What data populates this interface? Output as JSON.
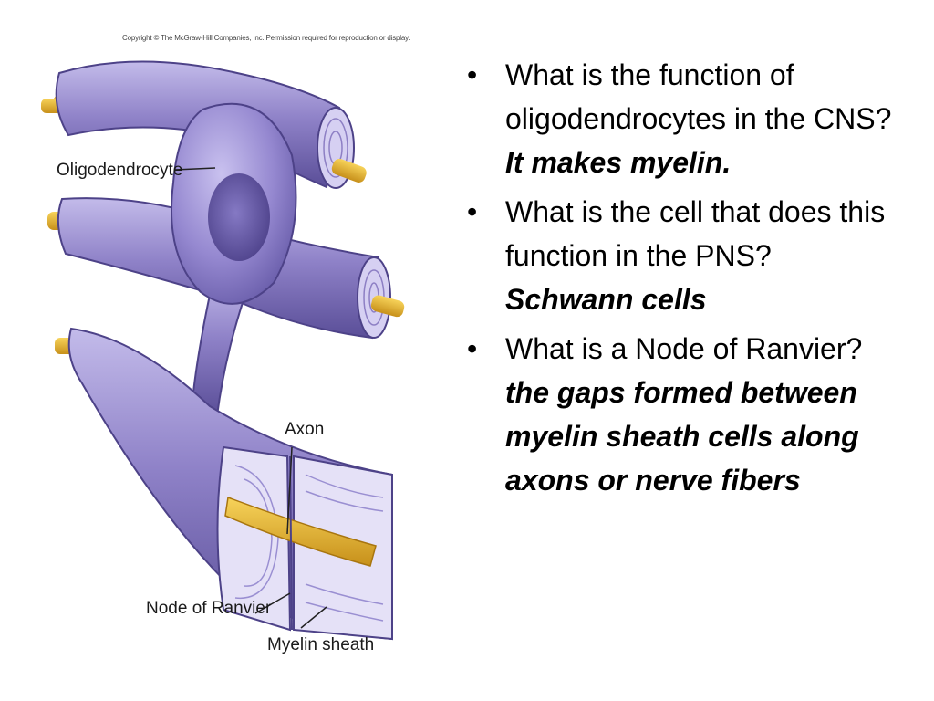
{
  "diagram": {
    "copyright": "Copyright © The McGraw-Hill Companies, Inc. Permission required for reproduction or display.",
    "labels": {
      "oligodendrocyte": "Oligodendrocyte",
      "axon": "Axon",
      "node_of_ranvier": "Node of Ranvier",
      "myelin_sheath": "Myelin sheath"
    },
    "colors": {
      "myelin": "#8d7fc4",
      "myelin_light": "#b9b0e3",
      "myelin_dark": "#5b4f96",
      "axon": "#e7b325"
    }
  },
  "bullets": [
    {
      "question": "What is the function of oligodendrocytes in the CNS?",
      "answer": "It makes myelin."
    },
    {
      "question": "What is the cell that does this function in the PNS?",
      "answer": "Schwann cells"
    },
    {
      "question": "What is a Node of Ranvier?",
      "answer": "the gaps formed between myelin sheath cells along axons or nerve fibers"
    }
  ]
}
